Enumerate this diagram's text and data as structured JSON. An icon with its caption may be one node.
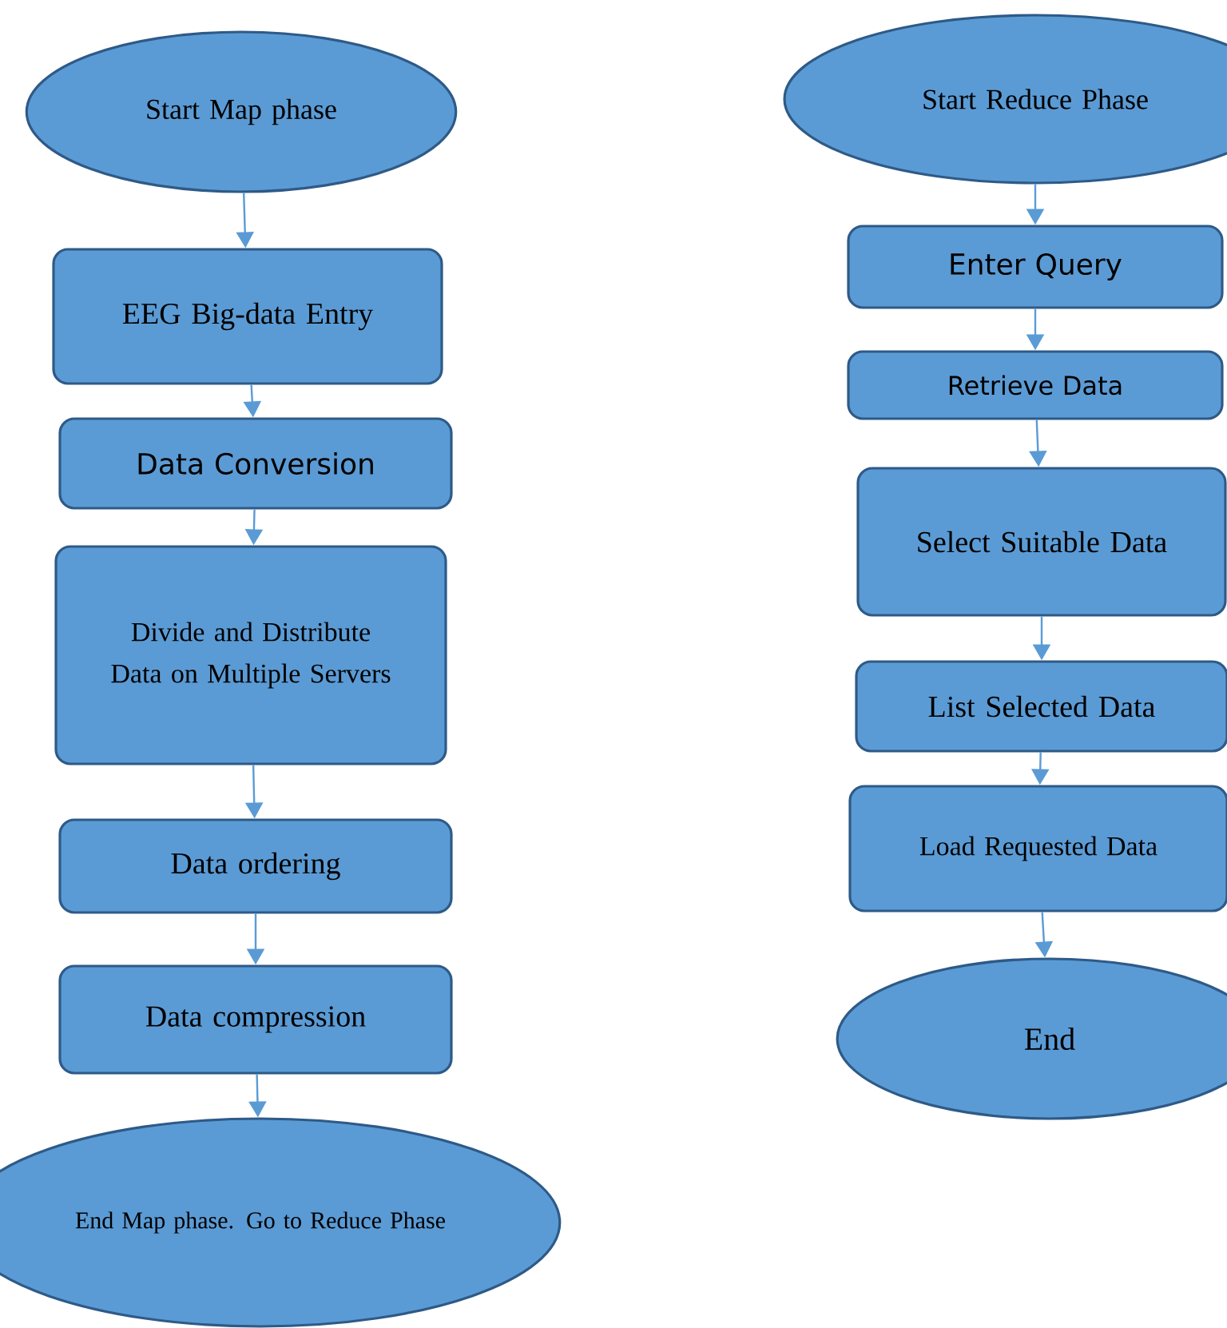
{
  "diagram": {
    "nodes": [
      {
        "text": [
          "Start Map phase"
        ]
      },
      {
        "text": [
          "EEG Big-data Entry"
        ]
      },
      {
        "text": [
          "Data Conversion"
        ]
      },
      {
        "text": [
          "Divide and Distribute Data on Multiple Servers"
        ]
      },
      {
        "text": [
          "Data ordering"
        ]
      },
      {
        "text": [
          "Data compression"
        ]
      },
      {
        "text": [
          "End Map phase. Go to Reduce Phase"
        ]
      },
      {
        "text": [
          "Start Reduce Phase"
        ]
      },
      {
        "text": [
          "Enter Query"
        ]
      },
      {
        "text": [
          "Retrieve Data"
        ]
      },
      {
        "text": [
          "Select Suitable Data"
        ]
      },
      {
        "text": [
          "List Selected Data"
        ]
      },
      {
        "text": [
          "Load Requested Data"
        ]
      },
      {
        "text": [
          "End"
        ]
      }
    ],
    "edges": [
      {
        "from": 0,
        "to": 1,
        "arrow": "to"
      },
      {
        "from": 1,
        "to": 2,
        "arrow": "to"
      },
      {
        "from": 2,
        "to": 3,
        "arrow": "to"
      },
      {
        "from": 3,
        "to": 4,
        "arrow": "to"
      },
      {
        "from": 4,
        "to": 5,
        "arrow": "to"
      },
      {
        "from": 5,
        "to": 6,
        "arrow": "to"
      },
      {
        "from": 7,
        "to": 8,
        "arrow": "to"
      },
      {
        "from": 8,
        "to": 9,
        "arrow": "to"
      },
      {
        "from": 9,
        "to": 10,
        "arrow": "to"
      },
      {
        "from": 10,
        "to": 11,
        "arrow": "to"
      },
      {
        "from": 11,
        "to": 12,
        "arrow": "to"
      },
      {
        "from": 12,
        "to": 13,
        "arrow": "to"
      }
    ]
  }
}
